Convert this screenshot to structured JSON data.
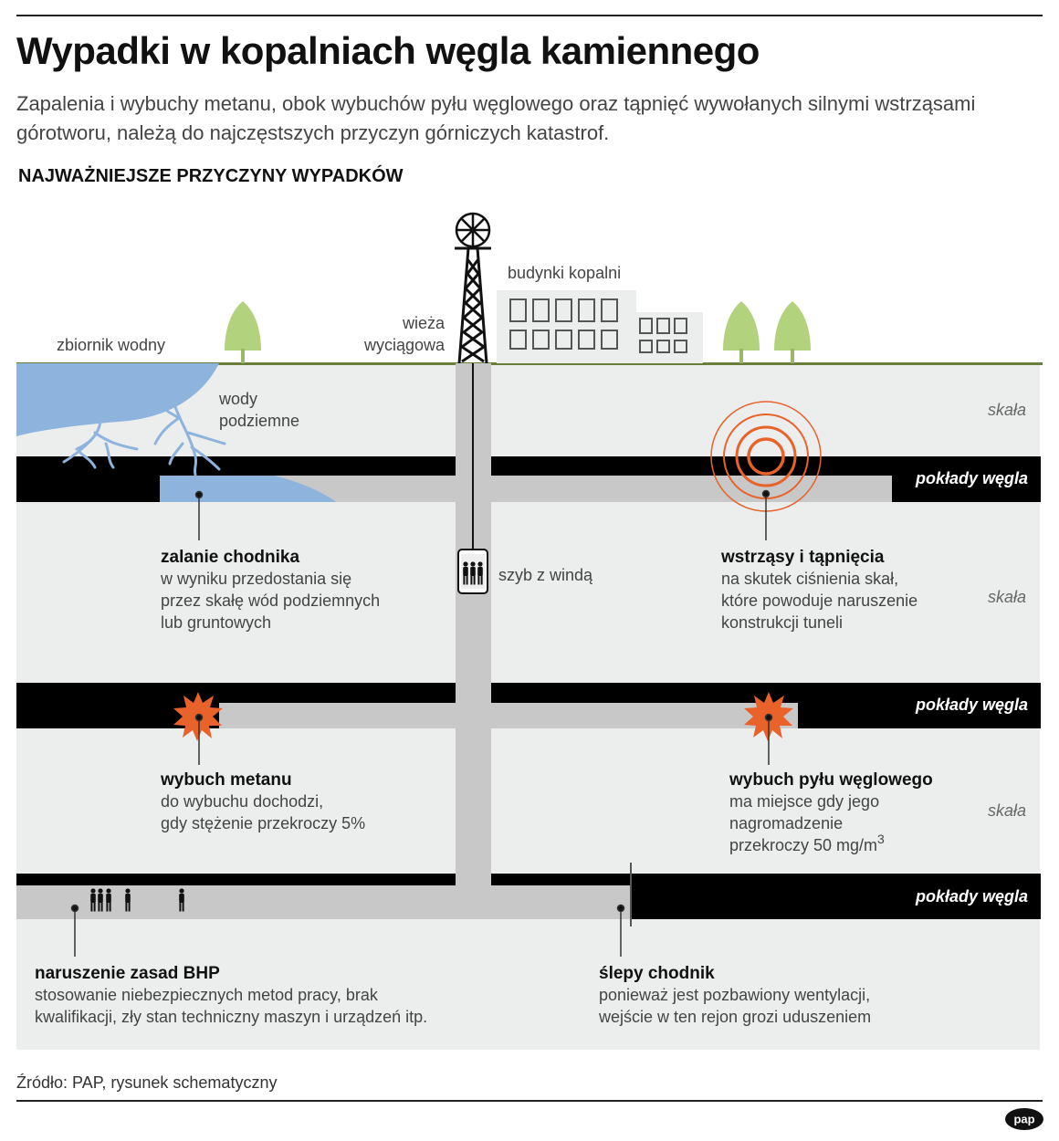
{
  "title": "Wypadki w kopalniach węgla kamiennego",
  "subtitle": "Zapalenia i wybuchy metanu, obok wybuchów pyłu węglowego oraz tąpnięć wywołanych silnymi wstrząsami górotworu, należą do najczęstszych przyczyn górniczych katastrof.",
  "section_title": "NAJWAŻNIEJSZE PRZYCZYNY WYPADKÓW",
  "surface": {
    "water_reservoir": "zbiornik wodny",
    "underground_water": [
      "wody",
      "podziemne"
    ],
    "tower": [
      "wieża",
      "wyciągowa"
    ],
    "buildings": "budynki kopalni"
  },
  "layers": {
    "rock": "skała",
    "coal": "pokłady węgla"
  },
  "shaft_label": "szyb z windą",
  "causes": {
    "flooding": {
      "title": "zalanie chodnika",
      "lines": [
        "w wyniku przedostania się",
        "przez skałę wód podziemnych",
        "lub gruntowych"
      ]
    },
    "tremors": {
      "title": "wstrząsy i tąpnięcia",
      "lines": [
        "na skutek ciśnienia skał,",
        "które powoduje naruszenie",
        "konstrukcji tuneli"
      ]
    },
    "methane": {
      "title": "wybuch metanu",
      "lines": [
        "do wybuchu dochodzi,",
        "gdy stężenie przekroczy 5%"
      ]
    },
    "dust": {
      "title": "wybuch pyłu węglowego",
      "lines": [
        "ma miejsce gdy jego",
        "nagromadzenie",
        "przekroczy 50 mg/m"
      ],
      "superscript": "3"
    },
    "bhp": {
      "title": "naruszenie zasad BHP",
      "lines": [
        "stosowanie niebezpiecznych metod pracy, brak",
        "kwalifikacji, zły stan techniczny maszyn i urządzeń itp."
      ]
    },
    "dead_end": {
      "title": "ślepy chodnik",
      "lines": [
        "ponieważ jest pozbawiony wentylacji,",
        "wejście w ten rejon grozi uduszeniem"
      ]
    }
  },
  "source": "Źródło: PAP, rysunek schematyczny",
  "logo_text": "pap",
  "colors": {
    "rock": "#eceeed",
    "coal": "#000000",
    "tunnel": "#c8c8c8",
    "water": "#8eb4de",
    "grass": "#6a7d3a",
    "tree": "#b2d27e",
    "explosion": "#e8622a",
    "tremor": "#e8622a"
  }
}
